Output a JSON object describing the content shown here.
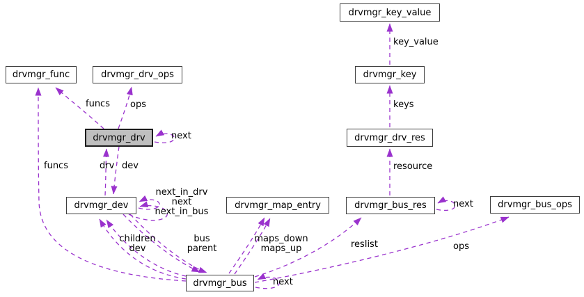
{
  "diagram": {
    "type": "doxygen-collaboration-graph",
    "background_color": "#ffffff",
    "edge_color": "#9a32cd",
    "node_border_color": "#3d3d3d",
    "selected_node_fill": "#bfbfbf",
    "selected_node": "drvmgr_drv",
    "nodes": {
      "key_value": "drvmgr_key_value",
      "func": "drvmgr_func",
      "drv_ops": "drvmgr_drv_ops",
      "key": "drvmgr_key",
      "drv": "drvmgr_drv",
      "drv_res": "drvmgr_drv_res",
      "dev": "drvmgr_dev",
      "map_entry": "drvmgr_map_entry",
      "bus_res": "drvmgr_bus_res",
      "bus_ops": "drvmgr_bus_ops",
      "bus": "drvmgr_bus"
    },
    "edge_labels": {
      "key_value": "key_value",
      "keys": "keys",
      "resource": "resource",
      "funcs_drv": "funcs",
      "ops_drv": "ops",
      "next_drv": "next",
      "drv": "drv",
      "dev": "dev",
      "funcs_bus": "funcs",
      "dev_loop_1": "next_in_drv",
      "dev_loop_2": "next",
      "dev_loop_3": "next_in_bus",
      "children": "children",
      "children_dev": "dev",
      "bus": "bus",
      "parent": "parent",
      "maps_down": "maps_down",
      "maps_up": "maps_up",
      "reslist": "reslist",
      "ops_bus": "ops",
      "next_bus": "next",
      "next_bus_res": "next"
    }
  }
}
